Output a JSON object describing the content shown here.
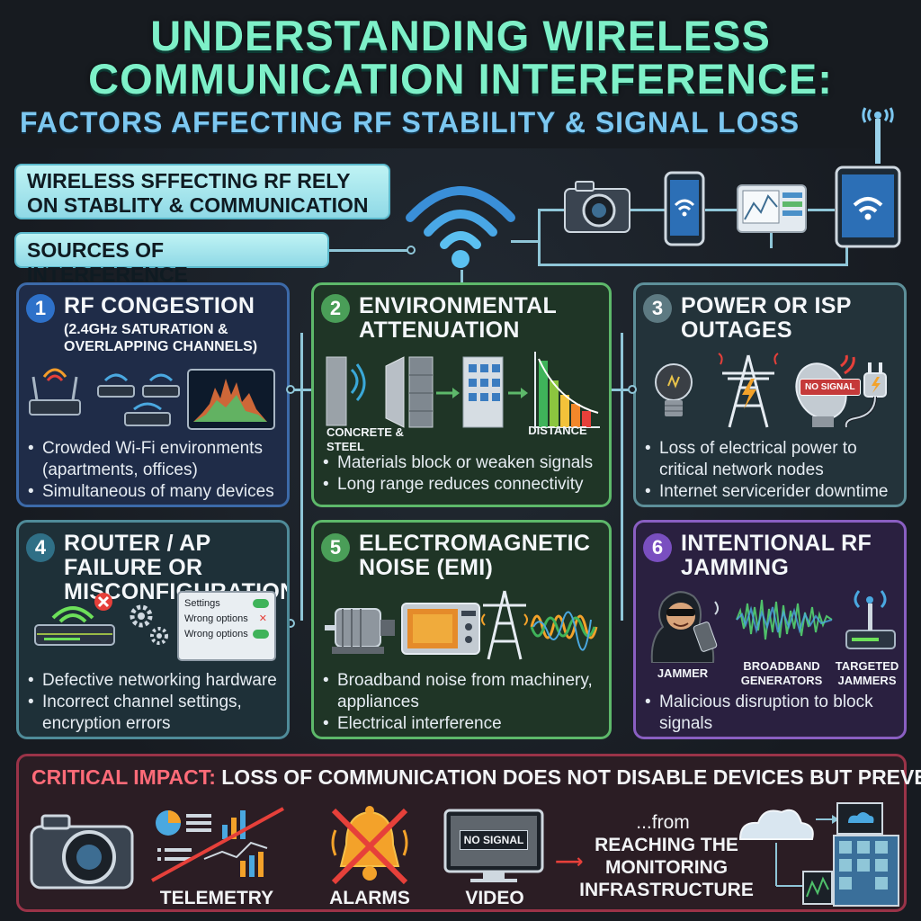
{
  "header": {
    "title_line1": "UNDERSTANDING WIRELESS",
    "title_line2": "COMMUNICATION INTERFERENCE:",
    "subtitle": "FACTORS AFFECTING RF STABILITY & SIGNAL LOSS"
  },
  "intro": {
    "pill1": "WIRELESS SFFECTING RF RELY ON STABLITY & COMMUNICATION",
    "pill2": "SOURCES OF INTERFERENCE"
  },
  "cards": [
    {
      "number": "1",
      "title": "RF CONGESTION",
      "subtitle": "(2.4GHz SATURATION & OVERLAPPING CHANNELS)",
      "bullets": [
        "Crowded Wi-Fi environments (apartments, offices)",
        "Simultaneous of many devices"
      ]
    },
    {
      "number": "2",
      "title": "ENVIRONMENTAL ATTENUATION",
      "captions": [
        "CONCRETE & STEEL",
        "DISTANCE"
      ],
      "bullets": [
        "Materials block or weaken signals",
        "Long range reduces connectivity"
      ]
    },
    {
      "number": "3",
      "title": "POWER OR ISP OUTAGES",
      "badge": "NO SIGNAL",
      "bullets": [
        "Loss of electrical power to critical network nodes",
        "Internet servicerider downtime"
      ]
    },
    {
      "number": "4",
      "title": "ROUTER / AP FAILURE OR MISCONFIGURATION",
      "settings": [
        "Settings",
        "Wrong options",
        "Wrong options"
      ],
      "bullets": [
        "Defective networking hardware",
        "Incorrect channel settings, encryption errors"
      ]
    },
    {
      "number": "5",
      "title": "ELECTROMAGNETIC NOISE (EMI)",
      "bullets": [
        "Broadband noise from machinery, appliances",
        "Electrical interference"
      ]
    },
    {
      "number": "6",
      "title": "INTENTIONAL RF JAMMING",
      "captions": [
        "JAMMER",
        "BROADBAND GENERATORS",
        "TARGETED JAMMERS"
      ],
      "bullets": [
        "Malicious disruption to block signals"
      ]
    }
  ],
  "impact": {
    "label": "CRITICAL IMPACT:",
    "text": "LOSS OF COMMUNICATION DOES NOT DISABLE DEVICES BUT PREVENTS...",
    "items": [
      "TELEMETRY",
      "ALARMS",
      "VIDEO"
    ],
    "screen_text": "NO SIGNAL",
    "from_text": "...from",
    "target": "REACHING THE MONITORING INFRASTRUCTURE"
  },
  "colors": {
    "title": "#7ef0c8",
    "subtitle": "#7cc7f0",
    "card1": "#3c6aa9",
    "card2": "#5db86a",
    "card3": "#5d8f99",
    "card6": "#8a5fc2",
    "impact": "#9a3348"
  }
}
